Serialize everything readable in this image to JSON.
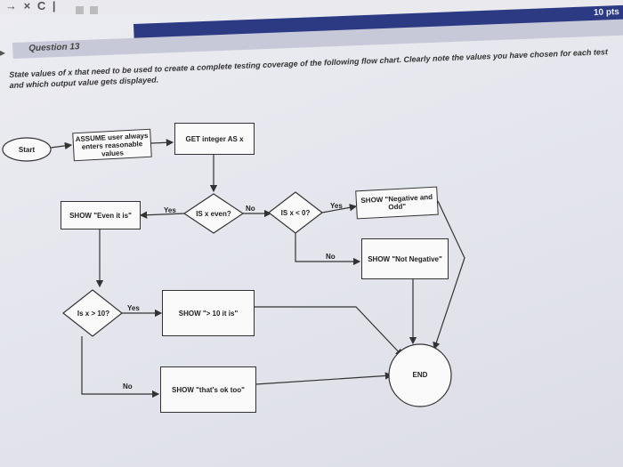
{
  "browser": {
    "toolbar_glyphs": "→ × C |"
  },
  "header": {
    "points": "10 pts"
  },
  "question": {
    "title": "Question 13",
    "prompt": "State values of x that need to be used to create a complete testing coverage of the following flow chart. Clearly note the values you have chosen for each test and which output value gets displayed."
  },
  "flowchart": {
    "start": "Start",
    "assume": "ASSUME user always enters reasonable values",
    "get": "GET integer AS x",
    "is_even": "IS x even?",
    "is_neg": "IS x < 0?",
    "is_gt10": "Is x > 10?",
    "show_even": "SHOW \"Even it is\"",
    "show_neg_odd": "SHOW \"Negative and Odd\"",
    "show_not_neg": "SHOW \"Not Negative\"",
    "show_gt10": "SHOW \"> 10 it is\"",
    "show_ok": "SHOW \"that's ok too\"",
    "end": "END",
    "labels": {
      "yes": "Yes",
      "no": "No"
    }
  }
}
